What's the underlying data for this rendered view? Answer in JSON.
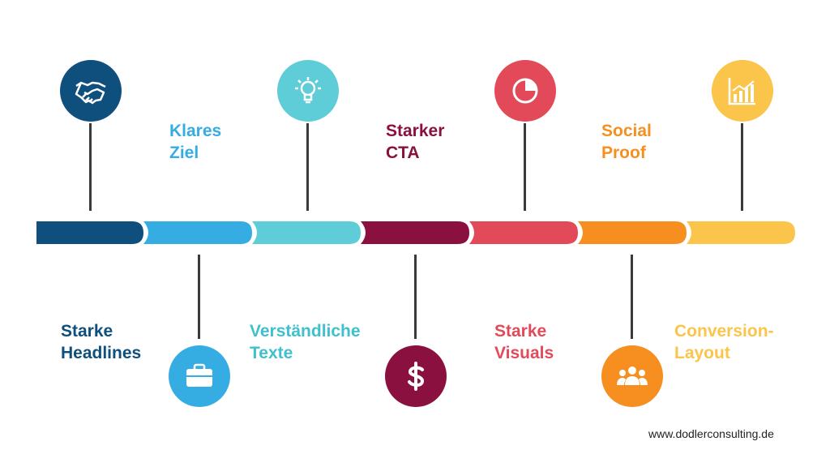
{
  "steps": [
    {
      "label_line1": "Starke",
      "label_line2": "Headlines",
      "color": "#0e4f7d",
      "icon": "handshake-icon",
      "position": "top-icon"
    },
    {
      "label_line1": "Klares",
      "label_line2": "Ziel",
      "color": "#36ade2",
      "icon": "briefcase-icon",
      "position": "bottom-icon"
    },
    {
      "label_line1": "Verständliche",
      "label_line2": "Texte",
      "color": "#5fcdd8",
      "icon": "lightbulb-icon",
      "position": "top-icon"
    },
    {
      "label_line1": "Starker",
      "label_line2": "CTA",
      "color": "#8a113f",
      "icon": "dollar-icon",
      "position": "bottom-icon"
    },
    {
      "label_line1": "Starke",
      "label_line2": "Visuals",
      "color": "#e24a59",
      "icon": "pie-chart-icon",
      "position": "top-icon"
    },
    {
      "label_line1": "Social",
      "label_line2": "Proof",
      "color": "#f68f1f",
      "icon": "group-icon",
      "position": "bottom-icon"
    },
    {
      "label_line1": "Conversion-",
      "label_line2": "Layout",
      "color": "#fbc44b",
      "icon": "bar-chart-icon",
      "position": "top-icon"
    }
  ],
  "footer": "www.dodlerconsulting.de"
}
